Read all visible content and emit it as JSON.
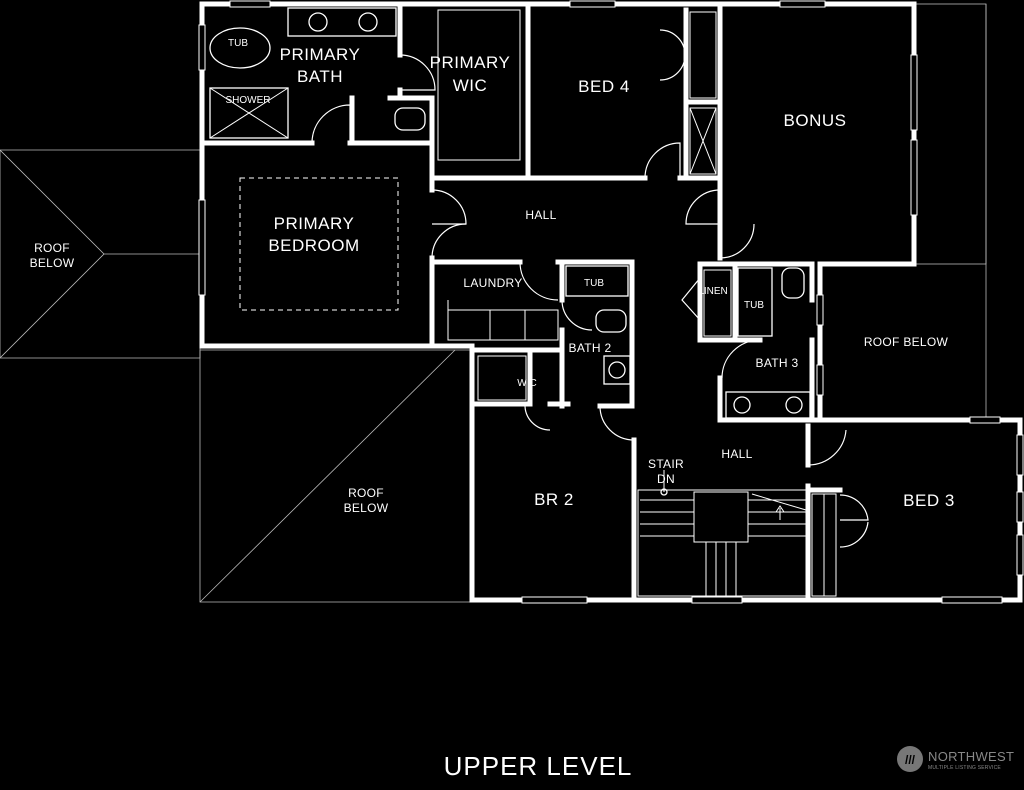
{
  "plan": {
    "title": "UPPER LEVEL",
    "rooms": {
      "primary_bath_1": "PRIMARY",
      "primary_bath_2": "BATH",
      "primary_wic_1": "PRIMARY",
      "primary_wic_2": "WIC",
      "bed4": "BED 4",
      "bonus": "BONUS",
      "primary_bedroom_1": "PRIMARY",
      "primary_bedroom_2": "BEDROOM",
      "hall_upper": "HALL",
      "laundry": "LAUNDRY",
      "bath2": "BATH 2",
      "bath3": "BATH 3",
      "wic": "WIC",
      "br2": "BR 2",
      "bed3": "BED 3",
      "hall_lower": "HALL",
      "stair_1": "STAIR",
      "stair_2": "DN",
      "linen": "LINEN",
      "tub_primary": "TUB",
      "shower": "SHOWER",
      "tub_bath2": "TUB",
      "tub_bath3": "TUB",
      "roof_left_1": "ROOF",
      "roof_left_2": "BELOW",
      "roof_center_1": "ROOF",
      "roof_center_2": "BELOW",
      "roof_right": "ROOF BELOW"
    }
  },
  "logo": {
    "name": "NORTHWEST",
    "tagline": "MULTIPLE LISTING SERVICE"
  }
}
